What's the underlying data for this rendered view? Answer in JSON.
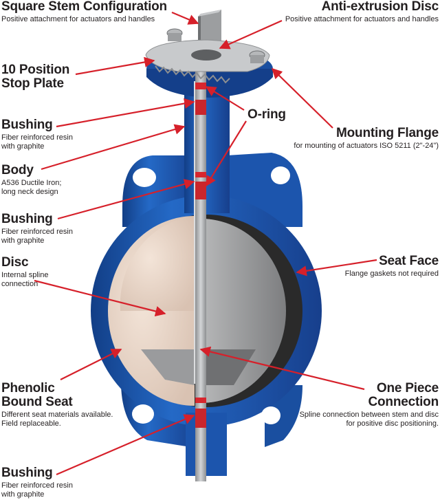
{
  "colors": {
    "body_blue": "#1f5fb8",
    "body_blue_dark": "#123e86",
    "seat_black": "#2a2a2a",
    "disc_light": "#e9d6c8",
    "disc_gray": "#8f9091",
    "stem_gray": "#a9abad",
    "oring_red": "#d7262e",
    "arrow_red": "#d6202a",
    "plate_silver": "#c8cacc"
  },
  "labels": {
    "square_stem": {
      "title": "Square Stem Configuration",
      "desc": "Positive attachment for actuators and handles"
    },
    "anti_extrusion": {
      "title": "Anti-extrusion Disc",
      "desc": "Positive attachment for actuators and handles"
    },
    "stop_plate": {
      "title": "10 Position\nStop Plate"
    },
    "bushing_top": {
      "title": "Bushing",
      "desc": "Fiber reinforced resin\nwith graphite"
    },
    "oring": {
      "title": "O-ring"
    },
    "mounting_flange": {
      "title": "Mounting Flange",
      "desc": "for mounting of actuators ISO 5211 (2\"-24\")"
    },
    "body": {
      "title": "Body",
      "desc": "A536 Ductile Iron;\nlong neck design"
    },
    "bushing_mid": {
      "title": "Bushing",
      "desc": "Fiber reinforced resin\nwith graphite"
    },
    "disc": {
      "title": "Disc",
      "desc": "Internal spline\nconnection"
    },
    "seat_face": {
      "title": "Seat Face",
      "desc": "Flange gaskets not required"
    },
    "phenolic_seat": {
      "title": "Phenolic\nBound Seat",
      "desc": "Different seat materials available.\nField replaceable."
    },
    "one_piece": {
      "title": "One Piece\nConnection",
      "desc": "Spline connection between stem and disc\nfor positive disc positioning."
    },
    "bushing_bottom": {
      "title": "Bushing",
      "desc": "Fiber reinforced resin\nwith graphite"
    }
  }
}
